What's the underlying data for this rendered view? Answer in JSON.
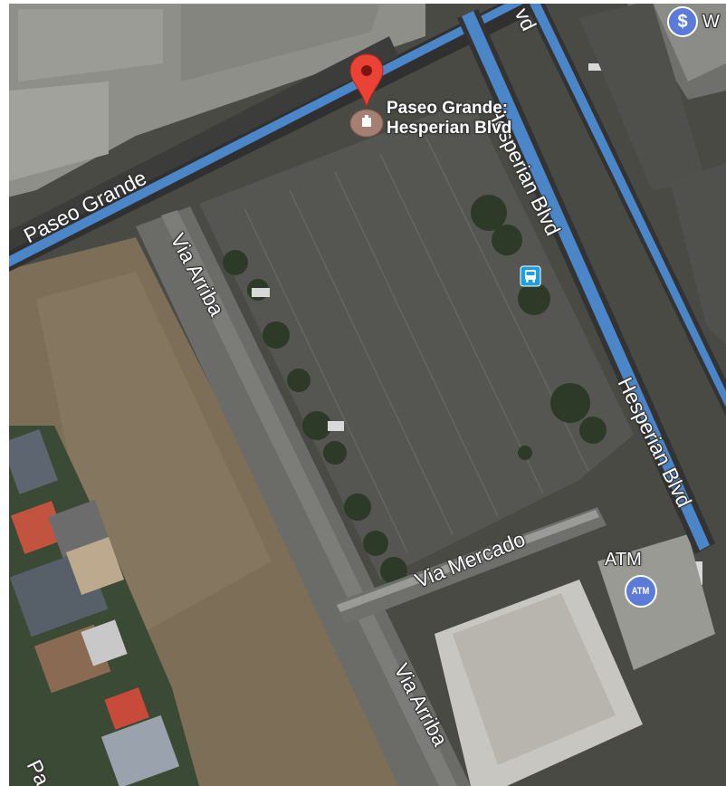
{
  "streets": {
    "paseo_grande": "Paseo Grande",
    "via_arriba_1": "Via Arriba",
    "via_arriba_2": "Via Arriba",
    "hesperian_1": "Hesperian Blvd",
    "hesperian_2": "Hesperian Blvd",
    "hesperian_top": "vd",
    "via_mercado": "Via Mercado",
    "bottom_left": "Pa"
  },
  "pins": {
    "transit": {
      "name_line1": "Paseo Grande:",
      "name_line2": "Hesperian Blvd",
      "icon": "map-pin-icon"
    },
    "atm": {
      "label": "ATM",
      "badge": "ATM",
      "icon": "atm-icon"
    },
    "bank": {
      "badge": "$",
      "label": "W",
      "icon": "dollar-icon"
    },
    "bus": {
      "icon": "bus-icon"
    }
  },
  "colors": {
    "road_blue": "#4a86c8",
    "pin_red": "#ea4335",
    "atm_blue": "#5c7bd8",
    "bus_blue": "#1a9fe0"
  }
}
